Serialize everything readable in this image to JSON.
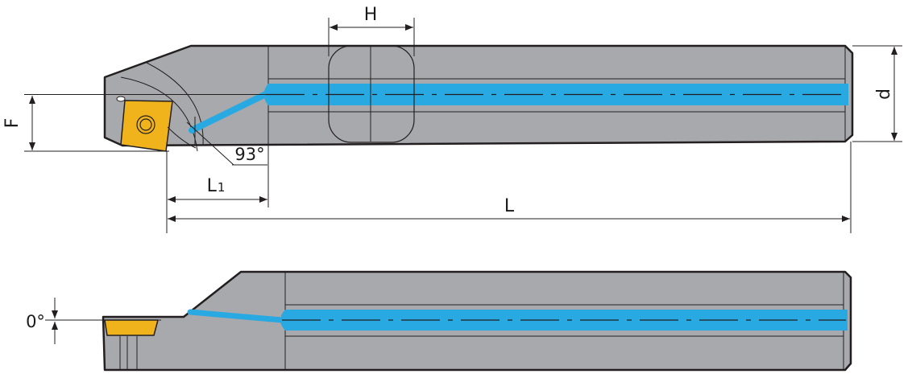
{
  "colors": {
    "body": "#a7a9ac",
    "outline": "#231f20",
    "insert": "#f0b31c",
    "coolant": "#29a9e1",
    "dim_line": "#231f20",
    "background": "#ffffff"
  },
  "top_view": {
    "labels": {
      "H": "H",
      "d": "d",
      "F": "F",
      "angle": "93°",
      "L1_main": "L",
      "L1_sub": "1",
      "L": "L"
    }
  },
  "side_view": {
    "labels": {
      "angle": "0°"
    }
  }
}
